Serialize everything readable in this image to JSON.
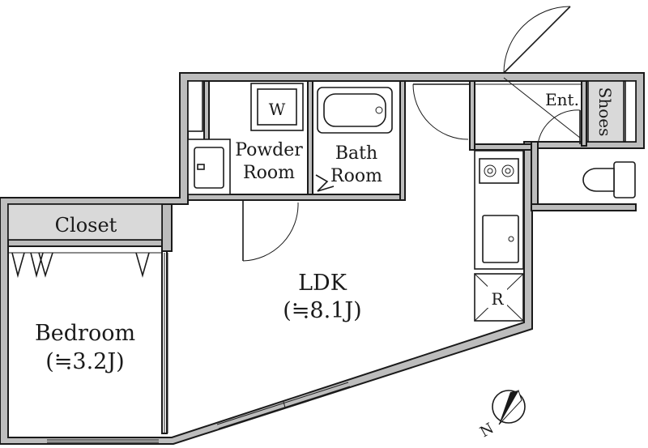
{
  "rooms": {
    "closet": "Closet",
    "powder_room_line1": "Powder",
    "powder_room_line2": "Room",
    "bath_room_line1": "Bath",
    "bath_room_line2": "Room",
    "entrance": "Ent.",
    "shoes": "Shoes",
    "ldk": "LDK",
    "ldk_size": "(≒8.1J)",
    "bedroom": "Bedroom",
    "bedroom_size": "(≒3.2J)"
  },
  "fixtures": {
    "washer": "W",
    "refrigerator": "R"
  },
  "compass": {
    "label": "N"
  }
}
